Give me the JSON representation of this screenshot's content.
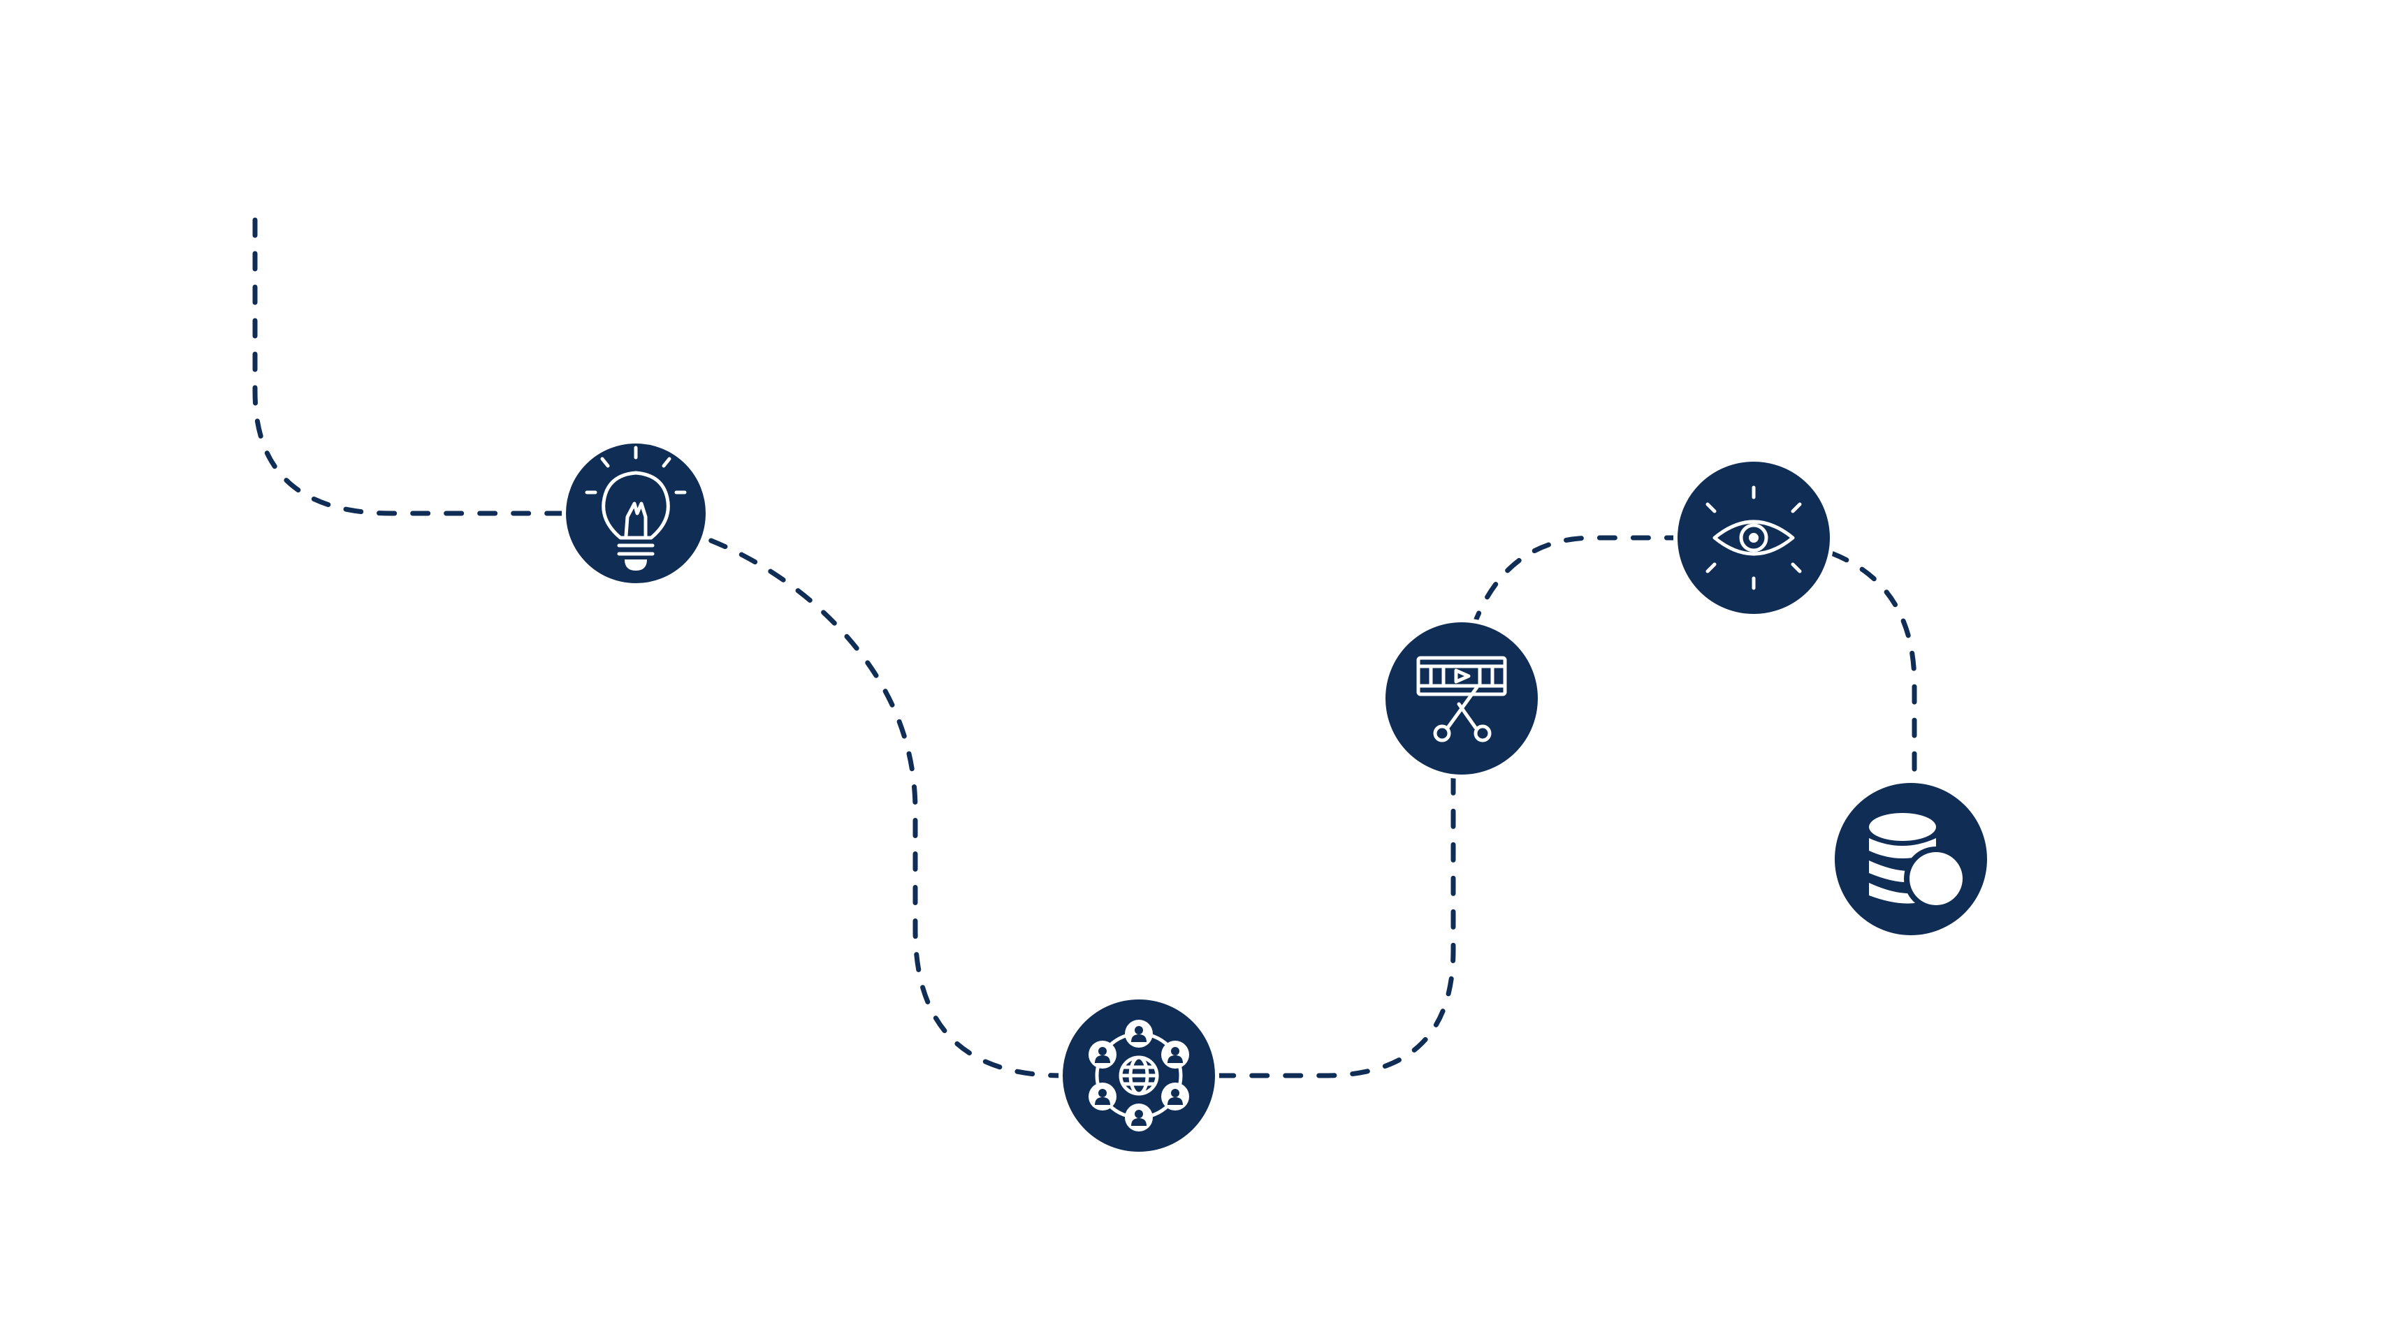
{
  "colors": {
    "background": "#ffffff",
    "path": "#0f2d55",
    "node_fill": "#0f2d55",
    "node_ring": "#ffffff",
    "icon": "#ffffff"
  },
  "nodes": [
    {
      "id": "idea",
      "icon": "lightbulb-icon"
    },
    {
      "id": "community",
      "icon": "global-network-icon"
    },
    {
      "id": "editing",
      "icon": "video-editing-icon"
    },
    {
      "id": "vision",
      "icon": "eye-icon"
    },
    {
      "id": "data",
      "icon": "database-icon"
    }
  ]
}
